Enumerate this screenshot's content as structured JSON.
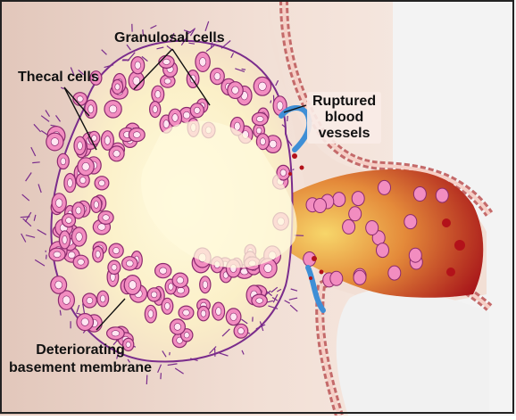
{
  "labels": {
    "granulosal": "Granulosal cells",
    "thecal": "Thecal cells",
    "ruptured_line1": "Ruptured",
    "ruptured_line2": "blood",
    "ruptured_line3": "vessels",
    "deteriorating_line1": "Deteriorating",
    "deteriorating_line2": "basement membrane"
  },
  "colors": {
    "background": "#eedcd2",
    "tissue": "#f5e1d6",
    "follicle_fill": "#fbf5d2",
    "cell_fill": "#f28dc0",
    "cell_outline": "#8b2a6e",
    "nucleus": "#ffe6f2",
    "thecal_strands": "#7a2c8c",
    "blood": "#b3121a",
    "vessel": "#3f8fd6",
    "epithelium": "#d69a92"
  }
}
